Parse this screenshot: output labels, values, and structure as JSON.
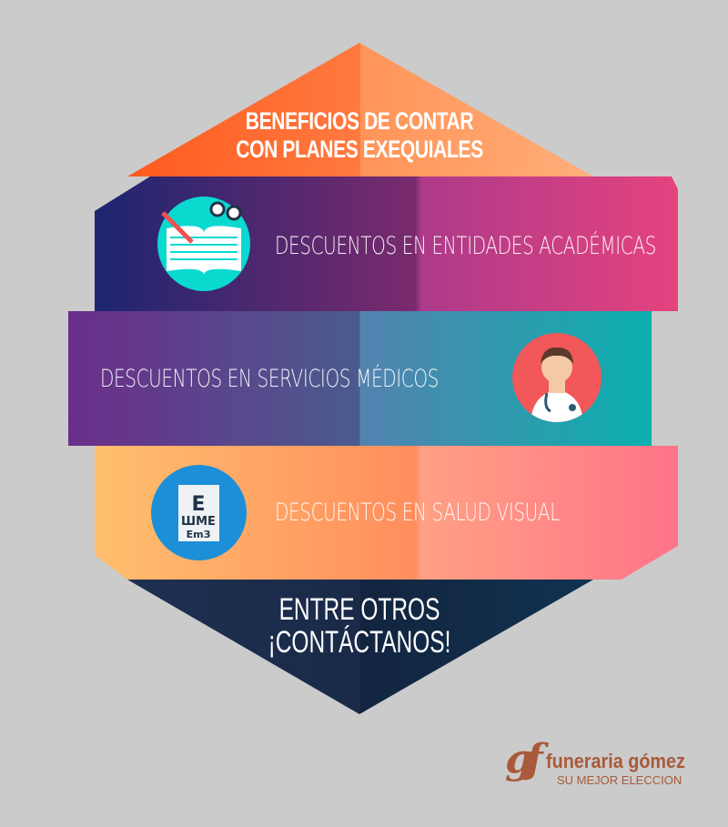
{
  "title": {
    "line1": "BENEFICIOS DE CONTAR",
    "line2": "CON PLANES EXEQUIALES"
  },
  "benefits": [
    {
      "label": "DESCUENTOS EN ENTIDADES ACADÉMICAS",
      "icon": "book-icon"
    },
    {
      "label": "DESCUENTOS EN SERVICIOS MÉDICOS",
      "icon": "doctor-icon"
    },
    {
      "label": "DESCUENTOS EN SALUD VISUAL",
      "icon": "eye-chart-icon"
    }
  ],
  "footer": {
    "line1": "ENTRE OTROS",
    "line2": "¡CONTÁCTANOS!"
  },
  "logo": {
    "mark": "gf",
    "name": "funeraria gómez",
    "tagline": "SU MEJOR ELECCION"
  },
  "colors": {
    "background": "#cbcbcb",
    "orange": "#ff6a2e",
    "navy": "#1a2d4d",
    "brand": "#a85a3a"
  }
}
